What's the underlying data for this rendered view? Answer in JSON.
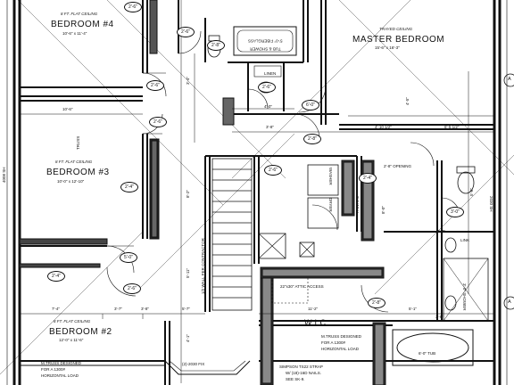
{
  "rooms": {
    "bedroom4": {
      "ceiling": "8 FT. FLAT CEILING",
      "name": "BEDROOM #4",
      "dims": "10'-6\" x 11'-4\""
    },
    "bedroom3": {
      "ceiling": "8 FT. FLAT CEILING",
      "name": "BEDROOM #3",
      "dims": "10'-0\" x 12'-10\""
    },
    "bedroom2": {
      "ceiling": "8 FT. FLAT CEILING",
      "name": "BEDROOM #2",
      "dims": "12'-0\" x 11'-6\""
    },
    "master": {
      "ceiling": "TRAYED CEILING",
      "name": "MASTER BEDROOM",
      "dims": "15'-6\" x 16'-3\""
    },
    "wic": {
      "name": "W.I.C."
    }
  },
  "fixtures": {
    "fiberglass": "5'-0\" FIBERGLASS",
    "tub_shower": "TUB & SHOWER",
    "linen": "LINEN",
    "washer": "WASHER",
    "dryer": "DRYER",
    "link": "LINK",
    "tub": "6'-0\" TUB",
    "shower": "3'-0\" SHOWER",
    "attic": "22\"x30\" ATTIC ACCESS",
    "wall_2x6": "2x6 WALL",
    "opening": "2'-8\" OPENING",
    "stair_wall": "1/2 WALL PER CONTRACTOR",
    "truss": "TRUSS",
    "window": "(2)-2030 FIX"
  },
  "notes": {
    "mtruss_left": [
      "M.TRUSS DESIGNED",
      "FOR A 1300#",
      "HORIZONTAL LOAD"
    ],
    "mtruss_right": [
      "M.TRUSS DESIGNED",
      "FOR A 1300#",
      "HORIZONTAL LOAD"
    ],
    "simpson": [
      "SIMPSON TS22 STRAP",
      "W/ (18)-16D NAILS.",
      "SEE SK-9."
    ],
    "left_edge": "4008 SH",
    "right_edge": "2030 SH"
  },
  "dims": {
    "d1": "10'-6\"",
    "d2": "3'-8\"",
    "d3": "4'-0\"",
    "d4": "4'-10 1/2\"",
    "d5": "6'-5 1/2\"",
    "d6": "8'-2\"",
    "d7": "5'-11\"",
    "d8": "5'-7\"",
    "d9": "3'-7\"",
    "d10": "7'-4\"",
    "d11": "3'-8\"",
    "d12": "11'-2\"",
    "d13": "5'-1\"",
    "d14": "4'-1\"",
    "d15": "8'-0\"",
    "d16": "3'-4\"",
    "d17": "2'-4\"",
    "d18": "3'-8\"",
    "d19": "4'-5\"",
    "d20": "5'-6\""
  },
  "doors": [
    "2'-6\"",
    "2'-6\"",
    "2'-6\"",
    "2'-6\"",
    "2'-8\"",
    "2'-6\"",
    "6'-0\"",
    "2'-8\"",
    "2'-4\"",
    "5'-0\"",
    "2'-4\"",
    "2'-6\"",
    "2'-4\"",
    "3'-0\"",
    "2'-8\"",
    "2'-6\""
  ]
}
